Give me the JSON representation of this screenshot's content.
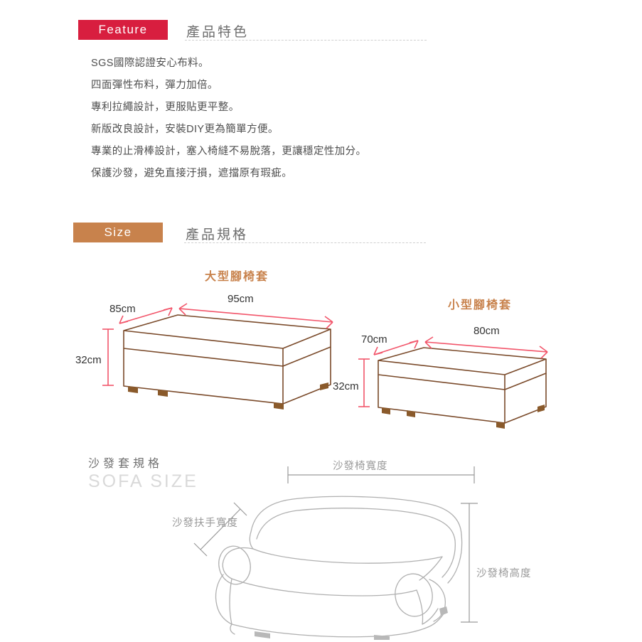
{
  "page": {
    "background": "#ffffff",
    "accent_red": "#d81e3f",
    "accent_tan": "#c8824c",
    "line_brown": "#7a4a2a",
    "dim_red": "#f2556a",
    "line_gray": "#b5b5b5"
  },
  "feature_section": {
    "badge_label": "Feature",
    "heading_cn": "產品特色",
    "lines": [
      "SGS國際認證安心布料。",
      "四面彈性布料，彈力加倍。",
      "專利拉繩設計，更服貼更平整。",
      "新版改良設計，安裝DIY更為簡單方便。",
      "專業的止滑棒設計，塞入椅縫不易脫落，更讓穩定性加分。",
      "保護沙發，避免直接汙損，遮擋原有瑕疵。"
    ]
  },
  "size_section": {
    "badge_label": "Size",
    "heading_cn": "產品規格",
    "ottomans": [
      {
        "title": "大型腳椅套",
        "width_label": "95cm",
        "depth_label": "85cm",
        "height_label": "32cm"
      },
      {
        "title": "小型腳椅套",
        "width_label": "80cm",
        "depth_label": "70cm",
        "height_label": "32cm"
      }
    ]
  },
  "sofa_section": {
    "heading_cn": "沙發套規格",
    "heading_en": "SOFA SIZE",
    "labels": {
      "seat_width": "沙發椅寬度",
      "arm_width": "沙發扶手寬度",
      "seat_height": "沙發椅高度"
    }
  }
}
